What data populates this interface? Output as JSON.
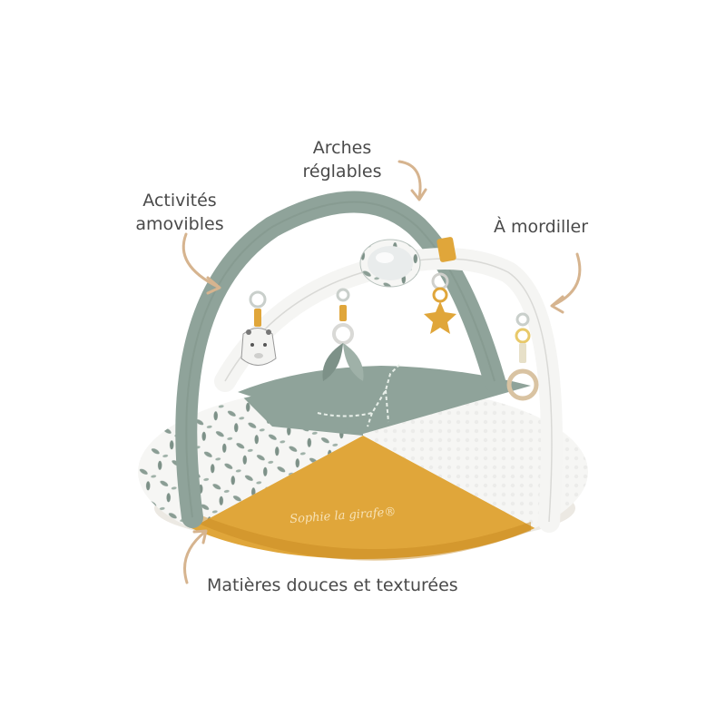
{
  "labels": {
    "arches": [
      "Arches",
      "réglables"
    ],
    "activites": [
      "Activités",
      "amovibles"
    ],
    "mordiller": "À mordiller",
    "matieres": "Matières douces et texturées"
  },
  "mat": {
    "brand_text": "Sophie la girafe®"
  },
  "colors": {
    "sage": "#8fa39a",
    "sage_dark": "#6f857b",
    "mustard": "#e0a63a",
    "mustard_dark": "#c88a22",
    "white_fabric": "#f4f4f2",
    "arrow": "#d6b48f",
    "text": "#4a4a4a"
  },
  "icons": [
    "curved-arrow-icon",
    "giraffe-head-icon",
    "star-icon",
    "mirror-icon",
    "ring-icon",
    "leaf-icon"
  ]
}
